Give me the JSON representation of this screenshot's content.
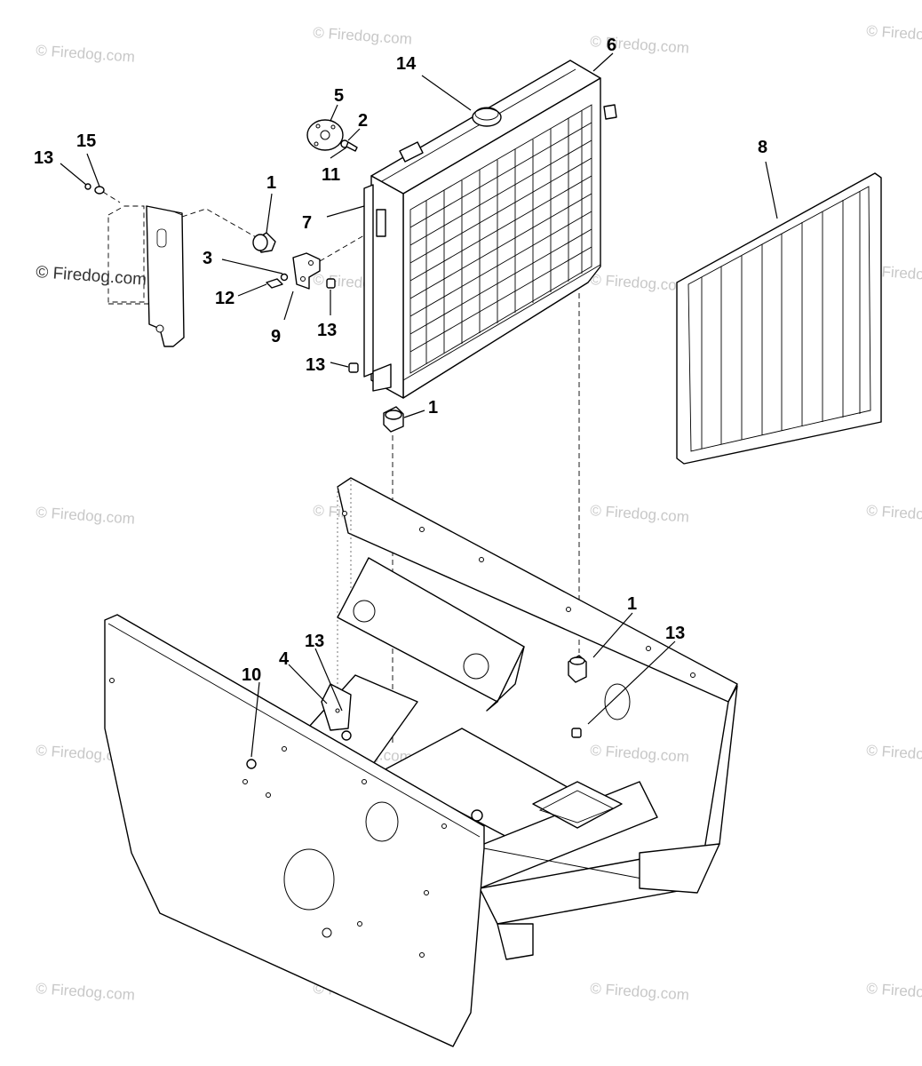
{
  "watermark": {
    "text": "© Firedog.com",
    "visible_text": "© Firedog.com"
  },
  "callouts": {
    "c1a": "1",
    "c1b": "1",
    "c1c": "1",
    "c2": "2",
    "c3": "3",
    "c4": "4",
    "c5": "5",
    "c6": "6",
    "c7": "7",
    "c8": "8",
    "c9": "9",
    "c10": "10",
    "c11": "11",
    "c12": "12",
    "c13a": "13",
    "c13b": "13",
    "c13c": "13",
    "c13d": "13",
    "c13e": "13",
    "c14": "14",
    "c15": "15"
  }
}
